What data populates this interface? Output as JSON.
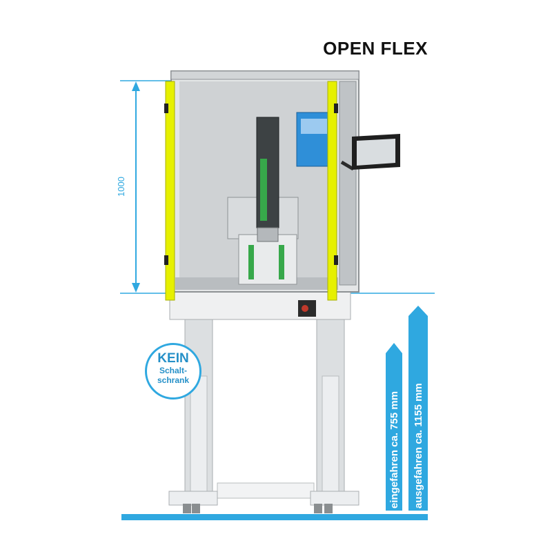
{
  "title": "OPEN FLEX",
  "dimension_label": "1000",
  "badge": {
    "line1": "KEIN",
    "line2": "Schalt-",
    "line3": "schrank"
  },
  "height_retracted": "eingefahren ca. 755 mm",
  "height_extended": "ausgefahren ca. 1155 mm",
  "colors": {
    "accent": "#2fa8e0",
    "guard": "#e6f000",
    "frame": "#a9adb0"
  }
}
